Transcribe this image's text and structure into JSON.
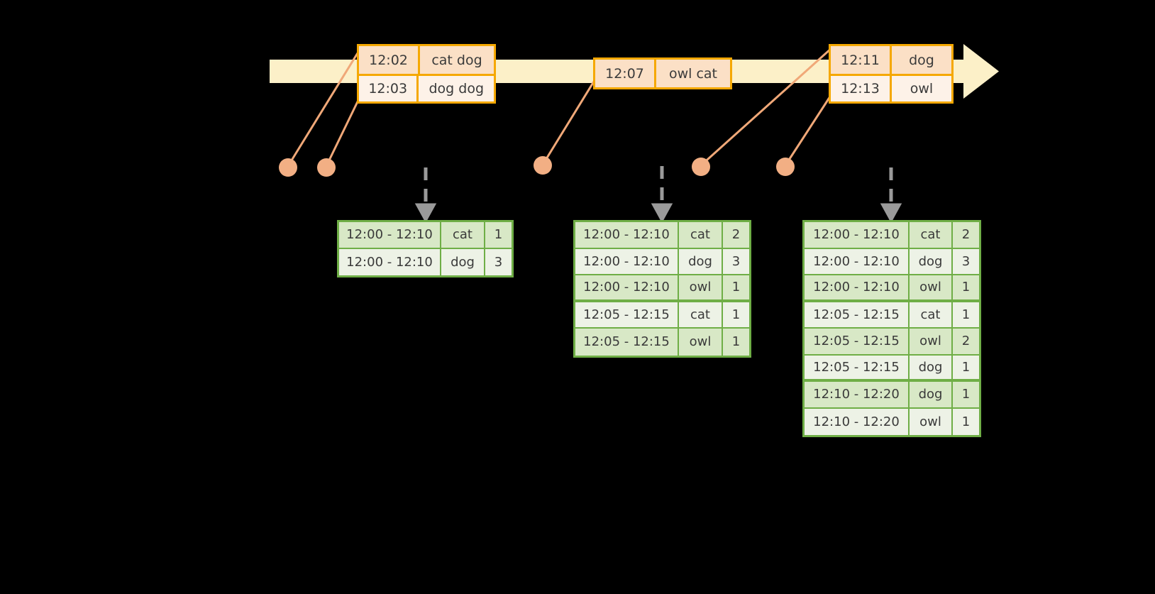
{
  "colors": {
    "background": "#000000",
    "timeline_fill": "#FCF0C8",
    "event_border": "#F5A800",
    "event_fill_dark": "#FBE0C6",
    "event_fill_light": "#FDF2E8",
    "connector": "#F0A878",
    "dot": "#F2AF84",
    "table_border": "#6FAE46",
    "table_fill_dark": "#D8E8C6",
    "table_fill_light": "#EDF2E6",
    "dashed_arrow": "#9A9A9A",
    "text": "#3A3A3A"
  },
  "timeline": {
    "name": "event-stream-timeline",
    "events": [
      {
        "group": "group-1",
        "rows": [
          {
            "time": "12:02",
            "value": "cat dog"
          },
          {
            "time": "12:03",
            "value": "dog dog"
          }
        ]
      },
      {
        "group": "group-2",
        "rows": [
          {
            "time": "12:07",
            "value": "owl cat"
          }
        ]
      },
      {
        "group": "group-3",
        "rows": [
          {
            "time": "12:11",
            "value": "dog"
          },
          {
            "time": "12:13",
            "value": "owl"
          }
        ]
      }
    ]
  },
  "tables": [
    {
      "id": "result-table-1",
      "rows": [
        {
          "window": "12:00 - 12:10",
          "key": "cat",
          "count": "1"
        },
        {
          "window": "12:00 - 12:10",
          "key": "dog",
          "count": "3"
        }
      ]
    },
    {
      "id": "result-table-2",
      "rows": [
        {
          "window": "12:00 - 12:10",
          "key": "cat",
          "count": "2"
        },
        {
          "window": "12:00 - 12:10",
          "key": "dog",
          "count": "3"
        },
        {
          "window": "12:00 - 12:10",
          "key": "owl",
          "count": "1"
        },
        {
          "window": "12:05 - 12:15",
          "key": "cat",
          "count": "1"
        },
        {
          "window": "12:05 - 12:15",
          "key": "owl",
          "count": "1"
        }
      ]
    },
    {
      "id": "result-table-3",
      "rows": [
        {
          "window": "12:00 - 12:10",
          "key": "cat",
          "count": "2"
        },
        {
          "window": "12:00 - 12:10",
          "key": "dog",
          "count": "3"
        },
        {
          "window": "12:00 - 12:10",
          "key": "owl",
          "count": "1"
        },
        {
          "window": "12:05 - 12:15",
          "key": "cat",
          "count": "1"
        },
        {
          "window": "12:05 - 12:15",
          "key": "owl",
          "count": "2"
        },
        {
          "window": "12:05 - 12:15",
          "key": "dog",
          "count": "1"
        },
        {
          "window": "12:10 - 12:20",
          "key": "dog",
          "count": "1"
        },
        {
          "window": "12:10 - 12:20",
          "key": "owl",
          "count": "1"
        }
      ]
    }
  ]
}
